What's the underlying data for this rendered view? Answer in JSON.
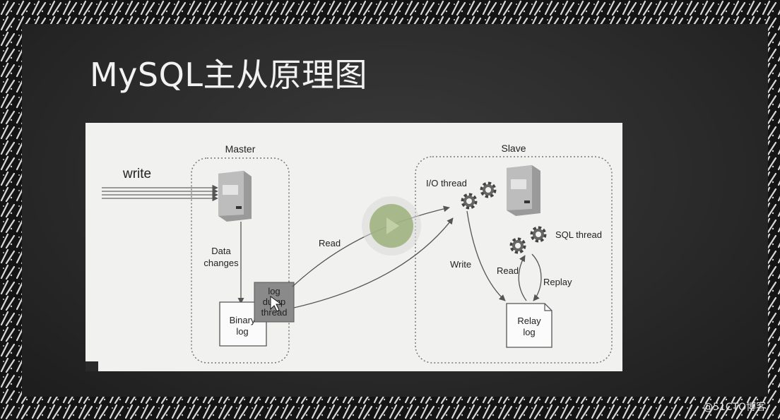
{
  "slide": {
    "title": "MySQL主从原理图",
    "watermark": "@51CTO博客"
  },
  "diagram": {
    "master": {
      "label": "Master",
      "write_label": "write",
      "data_changes_label": [
        "Data",
        "changes"
      ],
      "binary_log_label": [
        "Binary",
        "log"
      ],
      "dump_thread_label": [
        "log",
        "dump",
        "thread"
      ]
    },
    "slave": {
      "label": "Slave",
      "io_thread_label": "I/O thread",
      "sql_thread_label": "SQL thread",
      "relay_log_label": [
        "Relay",
        "log"
      ]
    },
    "edges": {
      "read_label": "Read",
      "write_label": "Write",
      "slave_read_label": "Read",
      "replay_label": "Replay"
    }
  }
}
